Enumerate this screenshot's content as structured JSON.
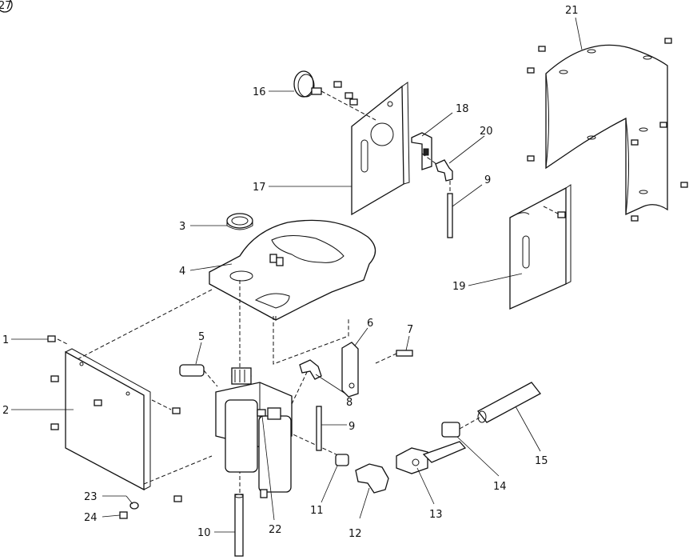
{
  "figure": {
    "number": "27",
    "callouts": [
      {
        "id": "c1",
        "label": "1"
      },
      {
        "id": "c2",
        "label": "2"
      },
      {
        "id": "c3",
        "label": "3"
      },
      {
        "id": "c4",
        "label": "4"
      },
      {
        "id": "c5",
        "label": "5"
      },
      {
        "id": "c6",
        "label": "6"
      },
      {
        "id": "c7",
        "label": "7"
      },
      {
        "id": "c8",
        "label": "8"
      },
      {
        "id": "c9a",
        "label": "9"
      },
      {
        "id": "c9b",
        "label": "9"
      },
      {
        "id": "c10",
        "label": "10"
      },
      {
        "id": "c11",
        "label": "11"
      },
      {
        "id": "c12",
        "label": "12"
      },
      {
        "id": "c13",
        "label": "13"
      },
      {
        "id": "c14",
        "label": "14"
      },
      {
        "id": "c15",
        "label": "15"
      },
      {
        "id": "c16",
        "label": "16"
      },
      {
        "id": "c17",
        "label": "17"
      },
      {
        "id": "c18",
        "label": "18"
      },
      {
        "id": "c19",
        "label": "19"
      },
      {
        "id": "c20",
        "label": "20"
      },
      {
        "id": "c21",
        "label": "21"
      },
      {
        "id": "c22",
        "label": "22"
      },
      {
        "id": "c23",
        "label": "23"
      },
      {
        "id": "c24",
        "label": "24"
      }
    ]
  }
}
